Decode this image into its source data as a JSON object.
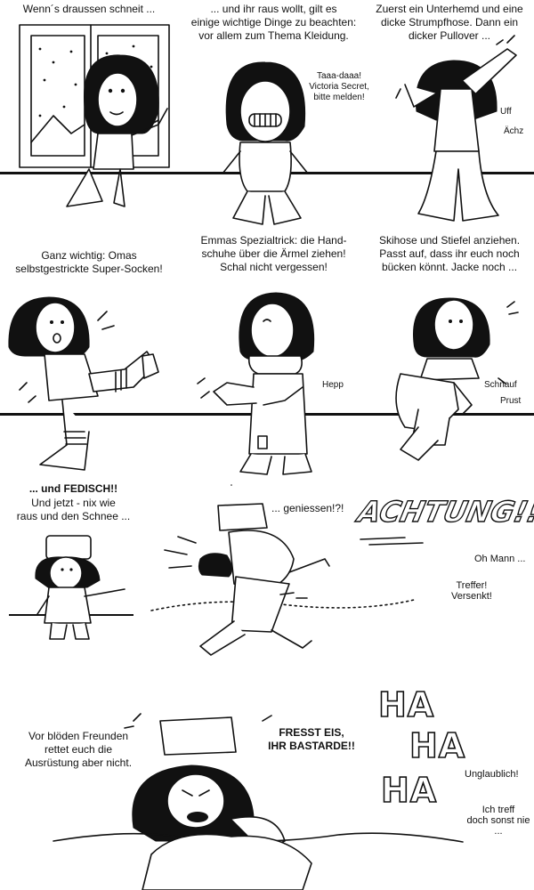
{
  "panels": [
    {
      "caption": "Wenn´s draussen schneit ...",
      "sfx": []
    },
    {
      "caption": "... und ihr raus wollt, gilt es\neinige wichtige Dinge zu beachten:\nvor allem zum Thema Kleidung.",
      "sfx": [
        "Taaa-daaa!\nVictoria Secret,\nbitte melden!"
      ]
    },
    {
      "caption": "Zuerst ein Unterhemd und eine\ndicke Strumpfhose. Dann ein\ndicker Pullover ...",
      "sfx": [
        "Uff",
        "Ächz"
      ]
    },
    {
      "caption": "Ganz wichtig: Omas\nselbstgestrickte Super-Socken!",
      "sfx": []
    },
    {
      "caption": "Emmas Spezialtrick: die Hand-\nschuhe über die Ärmel ziehen!\nSchal nicht vergessen!",
      "sfx": [
        "Hepp"
      ]
    },
    {
      "caption": "Skihose und Stiefel anziehen.\nPasst auf, dass ihr euch noch\nbücken könnt. Jacke noch ...",
      "sfx": [
        "Schnauf",
        "Prust"
      ]
    },
    {
      "caption_bold": "... und FEDISCH!!",
      "caption": "Und jetzt - nix wie\nraus und den Schnee ...",
      "sfx": []
    },
    {
      "caption": "... geniessen!?!",
      "sfx": [
        "ACHTUNG!!",
        "Oh Mann ...",
        "Treffer!\nVersenkt!"
      ]
    },
    {
      "caption": "Vor blöden Freunden\nrettet euch die\nAusrüstung aber nicht.",
      "shout": "FRESST EIS,\nIHR BASTARDE!!",
      "sfx": [
        "HA",
        "HA",
        "HA",
        "Unglaublich!",
        "Ich treff\ndoch sonst nie ..."
      ]
    }
  ]
}
